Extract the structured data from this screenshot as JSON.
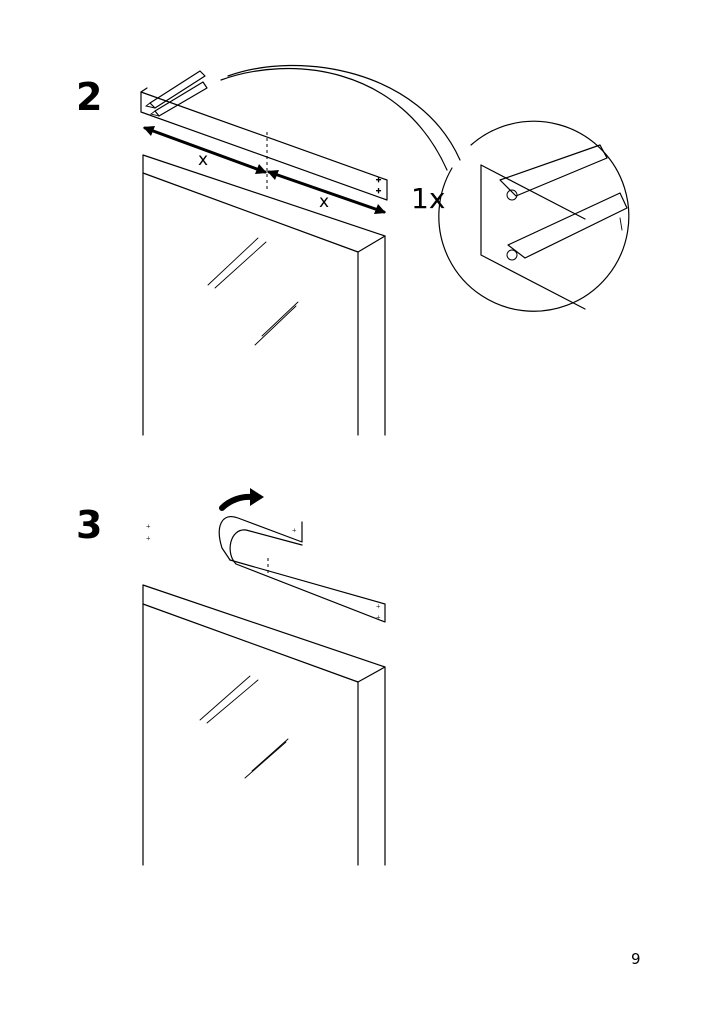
{
  "steps": [
    {
      "number": "2",
      "dimension_label": "x",
      "quantity": "1x"
    },
    {
      "number": "3"
    }
  ],
  "page_number": "9"
}
